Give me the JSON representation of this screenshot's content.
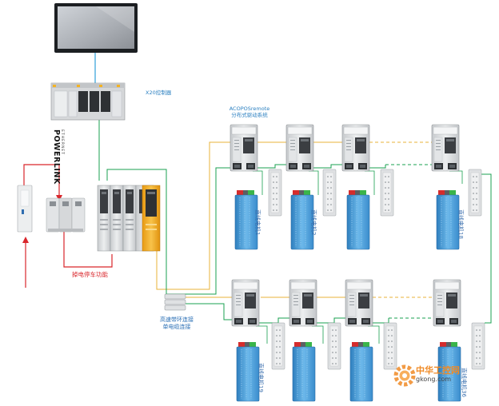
{
  "labels": {
    "x20_controller": "X20控制器",
    "acopos_title_line1": "ACOPOSremote",
    "acopos_title_line2": "分布式驱动系统",
    "hot_swap_line1": "高速带环连接",
    "hot_swap_line2": "单电缆连接",
    "brake_function": "掉电停车功能",
    "powerlink_sub": "ETHERNET",
    "powerlink_main": "POWERLINK",
    "axis_top_1": "直线电机1",
    "axis_top_2": "直线电机2",
    "axis_top_3": "直线电机18",
    "axis_bottom_1": "直线电机19",
    "axis_bottom_4": "直线电机36",
    "watermark_cn": "中华工控网",
    "watermark_en": "gkong.com"
  },
  "colors": {
    "ethernet_line": "#2f9fd8",
    "powerlink_line": "#1aa050",
    "power_line": "#e8b33a",
    "safety_line": "#d9262b",
    "label_text": "#2a7fc0",
    "module_gray": "#d8dadc",
    "motor_blue": "#4a9fd9",
    "highlight_orange": "#f4b324"
  }
}
